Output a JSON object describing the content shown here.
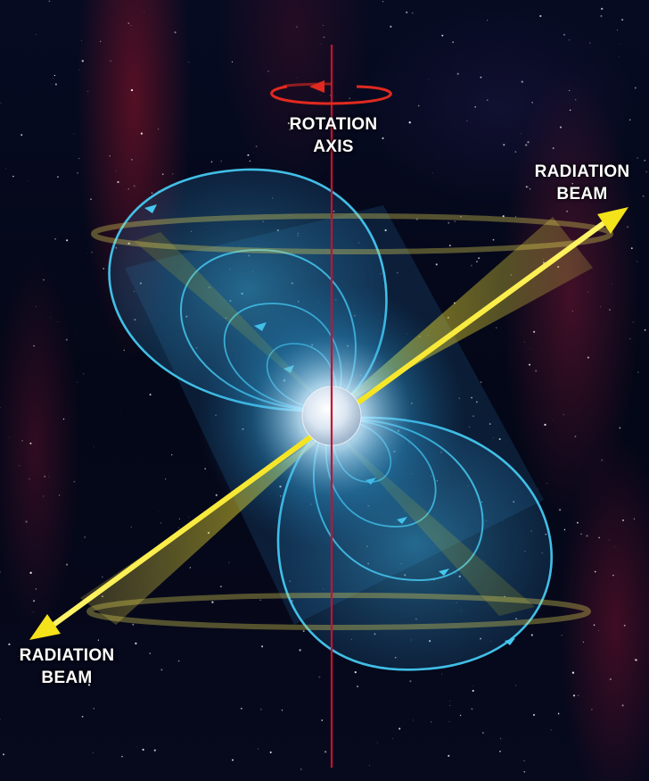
{
  "labels": {
    "rotation_axis": [
      "ROTATION",
      "AXIS"
    ],
    "radiation_beam_top": [
      "RADIATION",
      "BEAM"
    ],
    "radiation_beam_bottom": [
      "RADIATION",
      "BEAM"
    ]
  },
  "colors": {
    "background": "#05081a",
    "rotation_axis": "#c8102e",
    "rotation_arrow": "#e02a1f",
    "field_lines": "#45c8f0",
    "radiation_beam": "#f2e21c",
    "neutron_star": "#e9f2fb"
  }
}
